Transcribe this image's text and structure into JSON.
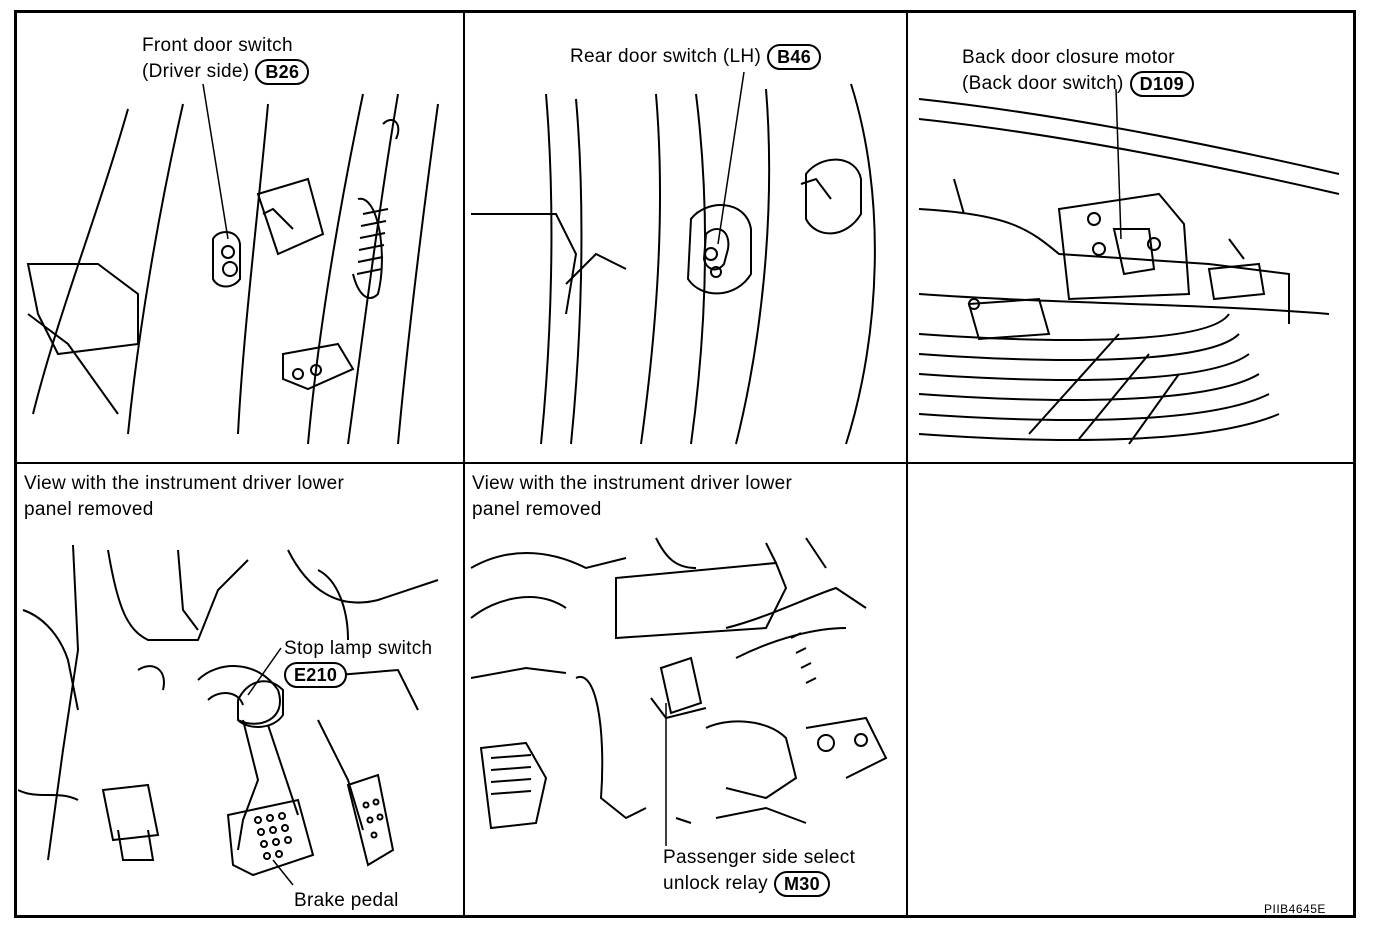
{
  "figure_code": "PIIB4645E",
  "panels": [
    {
      "lines": [
        "Front door switch",
        "(Driver side)"
      ],
      "connector": "B26"
    },
    {
      "lines": [
        "Rear door switch (LH)"
      ],
      "connector": "B46"
    },
    {
      "lines": [
        "Back door closure motor",
        "(Back door switch)"
      ],
      "connector": "D109"
    },
    {
      "caption": [
        "View with the instrument driver lower",
        "panel removed"
      ],
      "callouts": [
        {
          "lines": [
            "Stop lamp switch"
          ],
          "connector": "E210"
        },
        {
          "lines": [
            "Brake pedal"
          ]
        }
      ]
    },
    {
      "caption": [
        "View with the instrument driver lower",
        "panel removed"
      ],
      "callouts": [
        {
          "lines": [
            "Passenger side select",
            "unlock relay"
          ],
          "connector": "M30"
        }
      ]
    }
  ]
}
